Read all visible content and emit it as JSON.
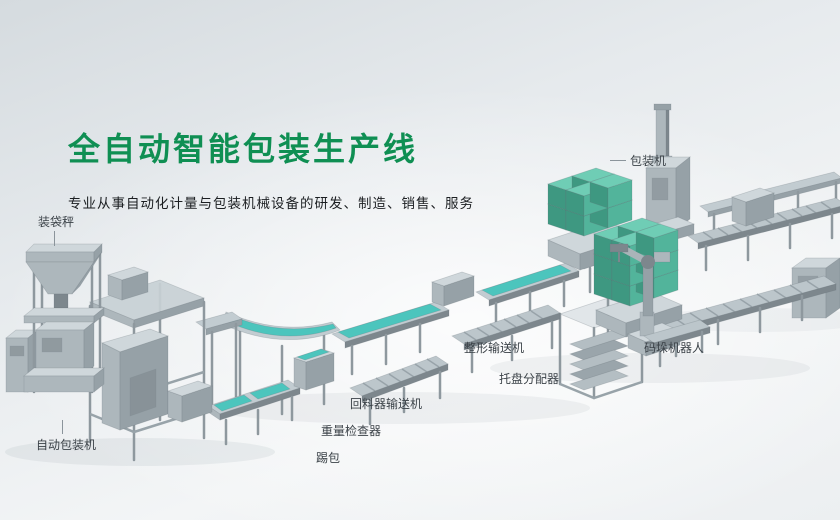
{
  "hero": {
    "title": "全自动智能包装生产线",
    "subtitle": "专业从事自动化计量与包装机械设备的研发、制造、销售、服务"
  },
  "labels": {
    "bagging_scale": "装袋秤",
    "packing_machine": "包装机",
    "shaping_conveyor": "整形输送机",
    "palletizing_robot": "码垛机器人",
    "pallet_dispenser": "托盘分配器",
    "return_conveyor": "回料器输送机",
    "weight_checker": "重量检查器",
    "kick_bag": "踢包",
    "auto_packing_machine": "自动包装机"
  },
  "colors": {
    "title-green": "#0f8f53",
    "subtitle-text": "#1b1e21",
    "label-text": "#3b4248",
    "accent-teal": "#4cc5bd",
    "box-green": "#52b49b",
    "box-green-top": "#6fcdb5",
    "box-green-dark": "#3e9881",
    "machine-light": "#cfd7db",
    "machine-mid": "#adb7bc",
    "machine-dark": "#96a1a7"
  }
}
